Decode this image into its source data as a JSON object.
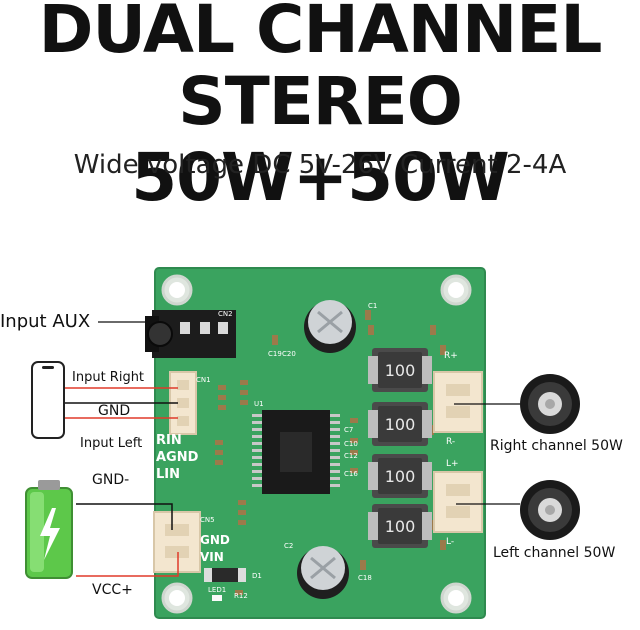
{
  "header": {
    "title_line1": "DUAL CHANNEL",
    "title_line2": "STEREO 50W+50W",
    "subtitle": "Wide voltage DC 5V-26V Current 2-4A"
  },
  "callouts": {
    "input_aux": "Input AUX",
    "input_right": "Input Right",
    "gnd": "GND",
    "input_left": "Input Left",
    "gnd_minus": "GND-",
    "vcc_plus": "VCC+",
    "right_channel": "Right channel 50W",
    "left_channel": "Left channel 50W"
  },
  "silkscreen": {
    "rin": "RIN",
    "agnd": "AGND",
    "lin": "LIN",
    "gnd": "GND",
    "vin": "VIN",
    "cn1": "CN1",
    "cn2": "CN2",
    "cn5": "CN5",
    "u1": "U1",
    "d1": "D1",
    "led1": "LED1",
    "r12": "R12",
    "r_plus": "R+",
    "r_minus": "R-",
    "l_plus": "L+",
    "l_minus": "L-",
    "c7": "C7",
    "c10": "C10",
    "c12": "C12",
    "c16": "C16",
    "c18": "C18",
    "c19": "C19",
    "c20": "C20",
    "c1": "C1",
    "c2": "C2",
    "inductor_value": "100"
  },
  "colors": {
    "pcb": "#3aa35f",
    "pcb_dark": "#2f8a4f",
    "header_plastic": "#f3e6cf",
    "wire_red": "#e03a2a",
    "battery_green": "#5dc84a"
  },
  "icons": [
    "phone-icon",
    "battery-icon",
    "speaker-icon",
    "speaker-icon"
  ]
}
